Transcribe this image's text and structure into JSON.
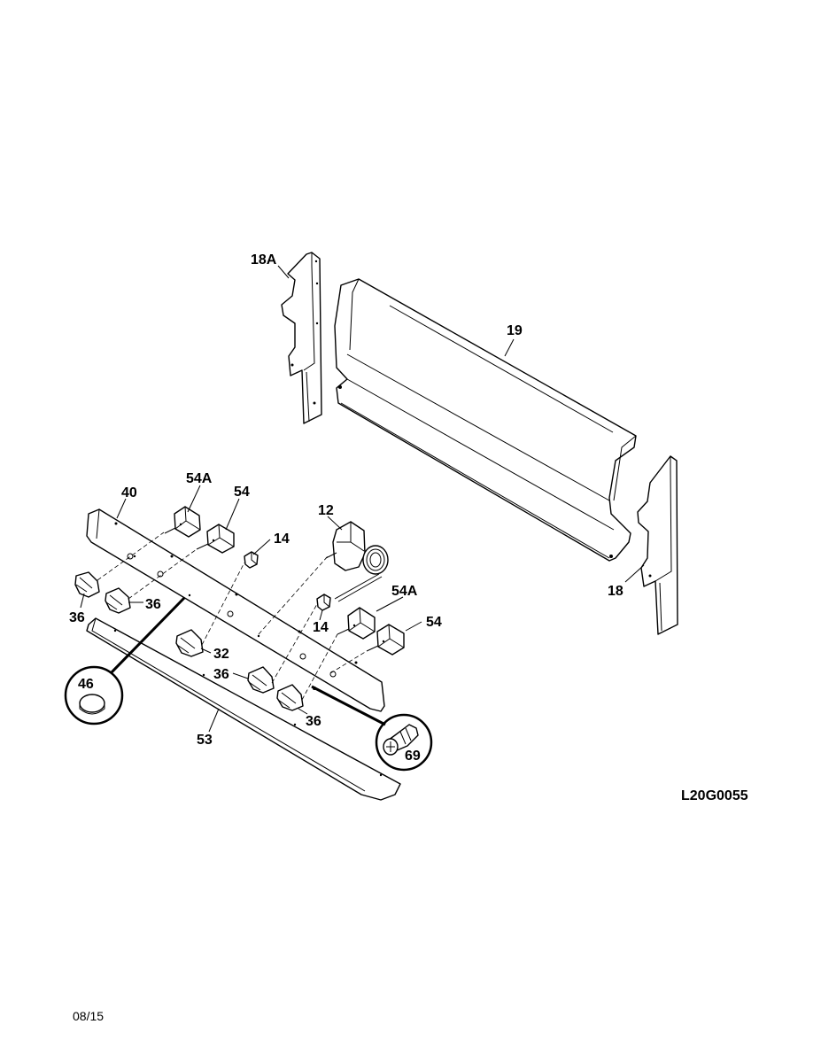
{
  "diagram": {
    "drawing_code": "L20G0055",
    "date": "08/15",
    "callouts": {
      "c18A": "18A",
      "c19": "19",
      "c18": "18",
      "c40": "40",
      "c54A_top": "54A",
      "c54_top": "54",
      "c14_top": "14",
      "c12": "12",
      "c36_a": "36",
      "c36_b": "36",
      "c14_bottom": "14",
      "c54A_bottom": "54A",
      "c54_bottom": "54",
      "c32": "32",
      "c36_c": "36",
      "c36_d": "36",
      "c46": "46",
      "c53": "53",
      "c69": "69"
    }
  }
}
